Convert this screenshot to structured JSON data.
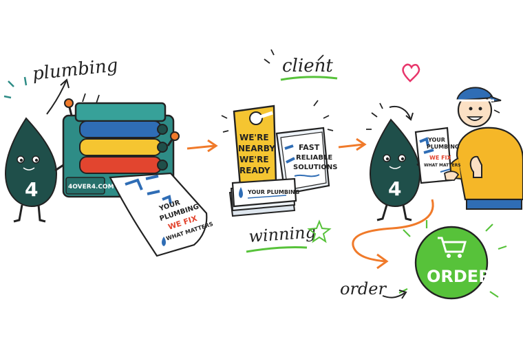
{
  "labels": {
    "plumbing": "plumbing",
    "client": "client",
    "winning": "winning",
    "order": "order"
  },
  "mascot": {
    "number": "4"
  },
  "printer": {
    "brand": "4OVER4.COM"
  },
  "poster": {
    "line1": "YOUR",
    "line2": "PLUMBING",
    "line3": "WE FIX",
    "line4": "WHAT MATTERS"
  },
  "door_hanger": {
    "line1": "WE'RE",
    "line2": "NEARBY",
    "line3": "WE'RE",
    "line4": "READY"
  },
  "card": {
    "text": "YOUR PLUMBING"
  },
  "brochure": {
    "line1": "FAST",
    "line2": "RELIABLE",
    "line3": "SOLUTIONS"
  },
  "client_flyer": {
    "line1": "YOUR",
    "line2": "PLUMBING",
    "line3": "WE FIX",
    "line4": "WHAT MATTERS"
  },
  "order_button": {
    "label": "ORDER"
  },
  "colors": {
    "ink": "#222222",
    "teal": "#2e8c86",
    "mascot": "#1f4f4a",
    "orange": "#f07a2a",
    "green": "#57c23a",
    "yellow": "#f5c531",
    "blue": "#2f6db5",
    "red": "#e2452f",
    "heart": "#e8366b"
  }
}
